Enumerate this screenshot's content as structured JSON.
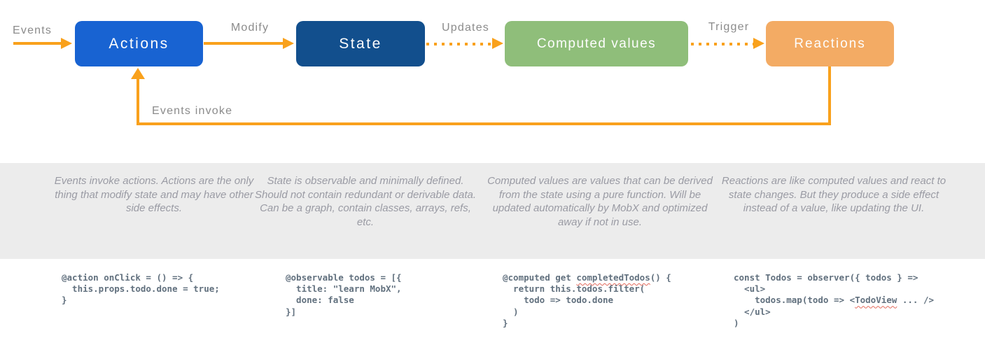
{
  "diagram": {
    "nodes": [
      {
        "id": "actions",
        "label": "Actions",
        "color": "#1863d2"
      },
      {
        "id": "state",
        "label": "State",
        "color": "#124f8d"
      },
      {
        "id": "computed",
        "label": "Computed values",
        "color": "#8fbe7a"
      },
      {
        "id": "reactions",
        "label": "Reactions",
        "color": "#f3ab64"
      }
    ],
    "edge_labels": {
      "events": "Events",
      "modify": "Modify",
      "updates": "Updates",
      "trigger": "Trigger",
      "events_invoke": "Events invoke"
    },
    "arrow_color": "#f9a11c"
  },
  "descriptions": [
    "Events invoke actions. Actions are the only thing that modify state and may have other side effects.",
    "State is observable and minimally defined. Should not contain redundant or derivable data. Can be a graph, contain classes, arrays, refs, etc.",
    "Computed values are values that can be derived from the state using a pure function. Will be updated automatically by MobX and optimized away if not in use.",
    "Reactions are like computed values and react to state changes. But they produce a side effect instead of a value, like updating the UI."
  ],
  "code_blocks": [
    {
      "lines": [
        "@action onClick = () => {",
        "  this.props.todo.done = true;",
        "}"
      ],
      "squiggle_words": []
    },
    {
      "lines": [
        "@observable todos = [{",
        "  title: \"learn MobX\",",
        "  done: false",
        "}]"
      ],
      "squiggle_words": []
    },
    {
      "lines": [
        "@computed get completedTodos() {",
        "  return this.todos.filter(",
        "    todo => todo.done",
        "  )",
        "}"
      ],
      "squiggle_words": [
        "completedTodos"
      ]
    },
    {
      "lines": [
        "const Todos = observer({ todos } =>",
        "  <ul>",
        "    todos.map(todo => <TodoView ... />",
        "  </ul>",
        ")"
      ],
      "squiggle_words": [
        "TodoView"
      ]
    }
  ]
}
